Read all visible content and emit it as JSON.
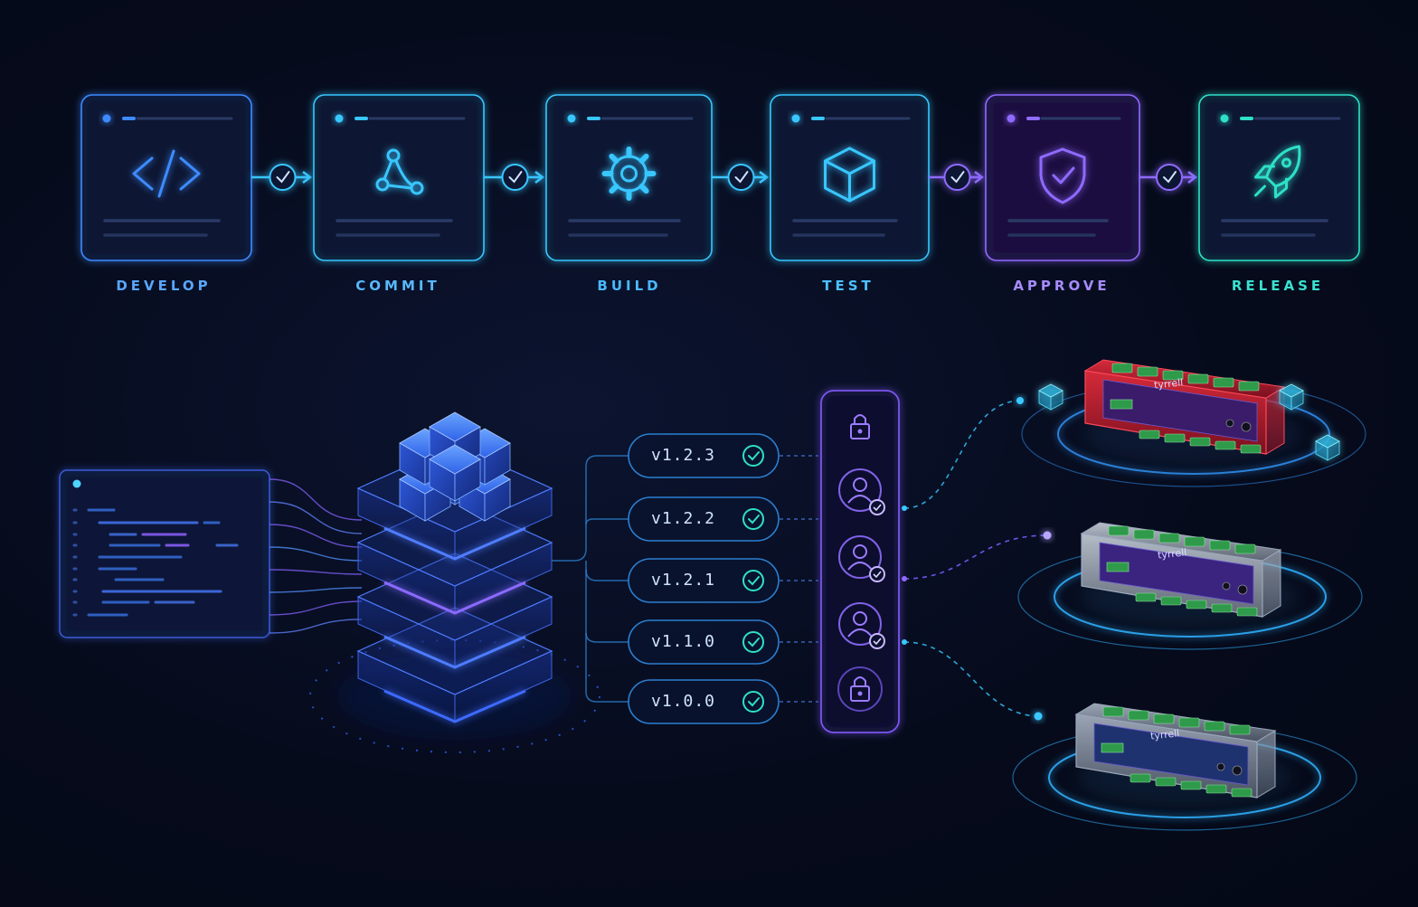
{
  "pipeline": {
    "stages": [
      {
        "label": "DEVELOP",
        "icon": "code-icon"
      },
      {
        "label": "COMMIT",
        "icon": "git-commit-icon"
      },
      {
        "label": "BUILD",
        "icon": "gear-icon"
      },
      {
        "label": "TEST",
        "icon": "cube-icon"
      },
      {
        "label": "APPROVE",
        "icon": "shield-check-icon"
      },
      {
        "label": "RELEASE",
        "icon": "rocket-icon"
      }
    ],
    "colors": {
      "blue": "#3d8bff",
      "cyan": "#38c6ff",
      "purple": "#8f6bff",
      "teal": "#2ee0c8"
    }
  },
  "versions": [
    "v1.2.3",
    "v1.2.2",
    "v1.2.1",
    "v1.1.0",
    "v1.0.0"
  ],
  "approvals": [
    "lock-icon",
    "user-check-icon",
    "user-check-icon",
    "user-check-icon",
    "lock-icon"
  ],
  "devices": [
    {
      "brand": "tyrrell",
      "casing": "red"
    },
    {
      "brand": "tyrrell",
      "casing": "purple"
    },
    {
      "brand": "tyrrell",
      "casing": "blue"
    }
  ]
}
